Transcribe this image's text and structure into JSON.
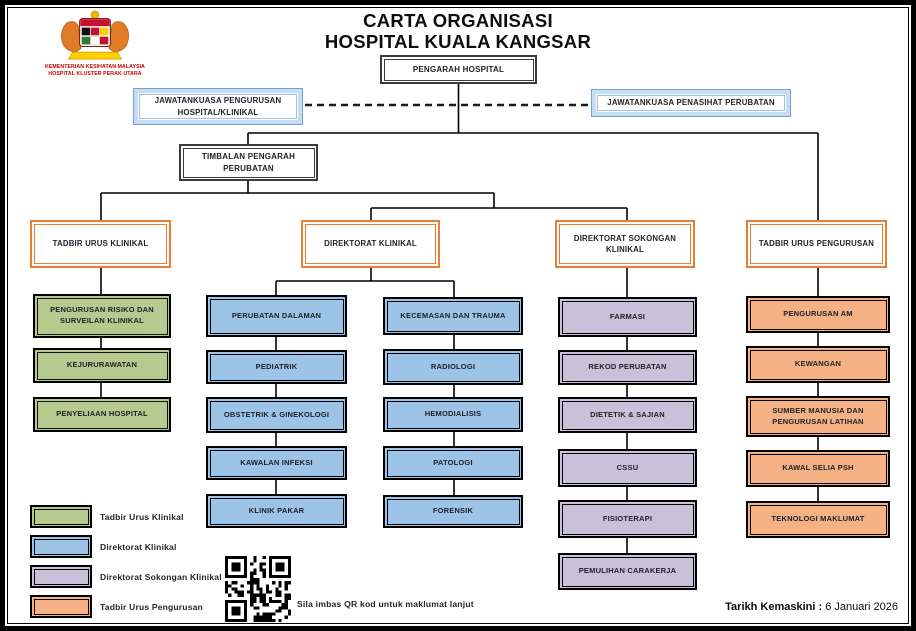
{
  "title": {
    "line1": "CARTA ORGANISASI",
    "line2": "HOSPITAL KUALA KANGSAR"
  },
  "logo": {
    "icon": "malaysia-coat-of-arms",
    "caption1": "KEMENTERIAN KESIHATAN MALAYSIA",
    "caption2": "HOSPITAL KLUSTER PERAK UTARA"
  },
  "nodes": {
    "pengarah": "PENGARAH HOSPITAL",
    "jk_pengurusan": "JAWATANKUASA PENGURUSAN HOSPITAL/KLINIKAL",
    "jk_penasihat": "JAWATANKUASA PENASIHAT PERUBATAN",
    "timbalan": "TIMBALAN PENGARAH PERUBATAN"
  },
  "branches": {
    "tadbir_urus_klinikal": {
      "label": "TADBIR URUS KLINIKAL",
      "items": [
        "PENGURUSAN RISIKO DAN SURVEILAN KLINIKAL",
        "KEJURURAWATAN",
        "PENYELIAAN HOSPITAL"
      ]
    },
    "direktorat_klinikal": {
      "label": "DIREKTORAT KLINIKAL",
      "col1": [
        "PERUBATAN DALAMAN",
        "PEDIATRIK",
        "OBSTETRIK & GINEKOLOGI",
        "KAWALAN INFEKSI",
        "KLINIK PAKAR"
      ],
      "col2": [
        "KECEMASAN DAN TRAUMA",
        "RADIOLOGI",
        "HEMODIALISIS",
        "PATOLOGI",
        "FORENSIK"
      ]
    },
    "direktorat_sokongan_klinikal": {
      "label": "DIREKTORAT SOKONGAN KLINIKAL",
      "items": [
        "FARMASI",
        "REKOD PERUBATAN",
        "DIETETIK & SAJIAN",
        "CSSU",
        "FISIOTERAPI",
        "PEMULIHAN CARAKERJA"
      ]
    },
    "tadbir_urus_pengurusan": {
      "label": "TADBIR URUS PENGURUSAN",
      "items": [
        "PENGURUSAN AM",
        "KEWANGAN",
        "SUMBER MANUSIA DAN PENGURUSAN LATIHAN",
        "KAWAL SELIA PSH",
        "TEKNOLOGI MAKLUMAT"
      ]
    }
  },
  "legend": {
    "items": [
      {
        "label": "Tadbir Urus Klinikal",
        "color": "#b6c98e"
      },
      {
        "label": "Direktorat Klinikal",
        "color": "#9dc3e6"
      },
      {
        "label": "Direktorat Sokongan Klinikal",
        "color": "#c9c0d9"
      },
      {
        "label": "Tadbir Urus Pengurusan",
        "color": "#f4b183"
      }
    ]
  },
  "qr": {
    "icon": "qr-code",
    "caption": "Sila imbas QR kod untuk maklumat lanjut"
  },
  "footer": {
    "label": "Tarikh Kemaskini :",
    "value": "6 Januari 2026"
  },
  "colors": {
    "green": "#b6c98e",
    "blue": "#9dc3e6",
    "purple": "#c9c0d9",
    "orange_fill": "#f4b183",
    "orange_border": "#ed7d31",
    "committee_border": "#5b9bd5",
    "line": "#000000"
  }
}
